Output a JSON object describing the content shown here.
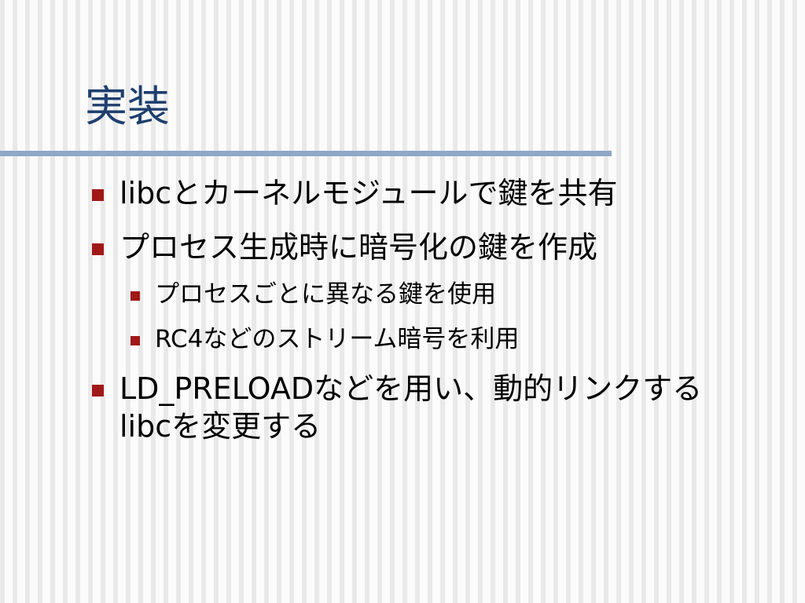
{
  "slide": {
    "title": "実装",
    "bullets": [
      {
        "level": 1,
        "lines": [
          "libcとカーネルモジュールで鍵を共有"
        ]
      },
      {
        "level": 1,
        "lines": [
          "プロセス生成時に暗号化の鍵を作成"
        ]
      },
      {
        "level": 2,
        "lines": [
          "プロセスごとに異なる鍵を使用"
        ]
      },
      {
        "level": 2,
        "lines": [
          "RC4などのストリーム暗号を利用"
        ]
      },
      {
        "level": 1,
        "lines": [
          "LD_PRELOADなどを用い、動的リンクする",
          "libcを変更する"
        ]
      }
    ]
  },
  "colors": {
    "title": "#1f3f6e",
    "rule": "#8ea8c8",
    "bullet_marker": "#a01818",
    "text": "#000000"
  }
}
